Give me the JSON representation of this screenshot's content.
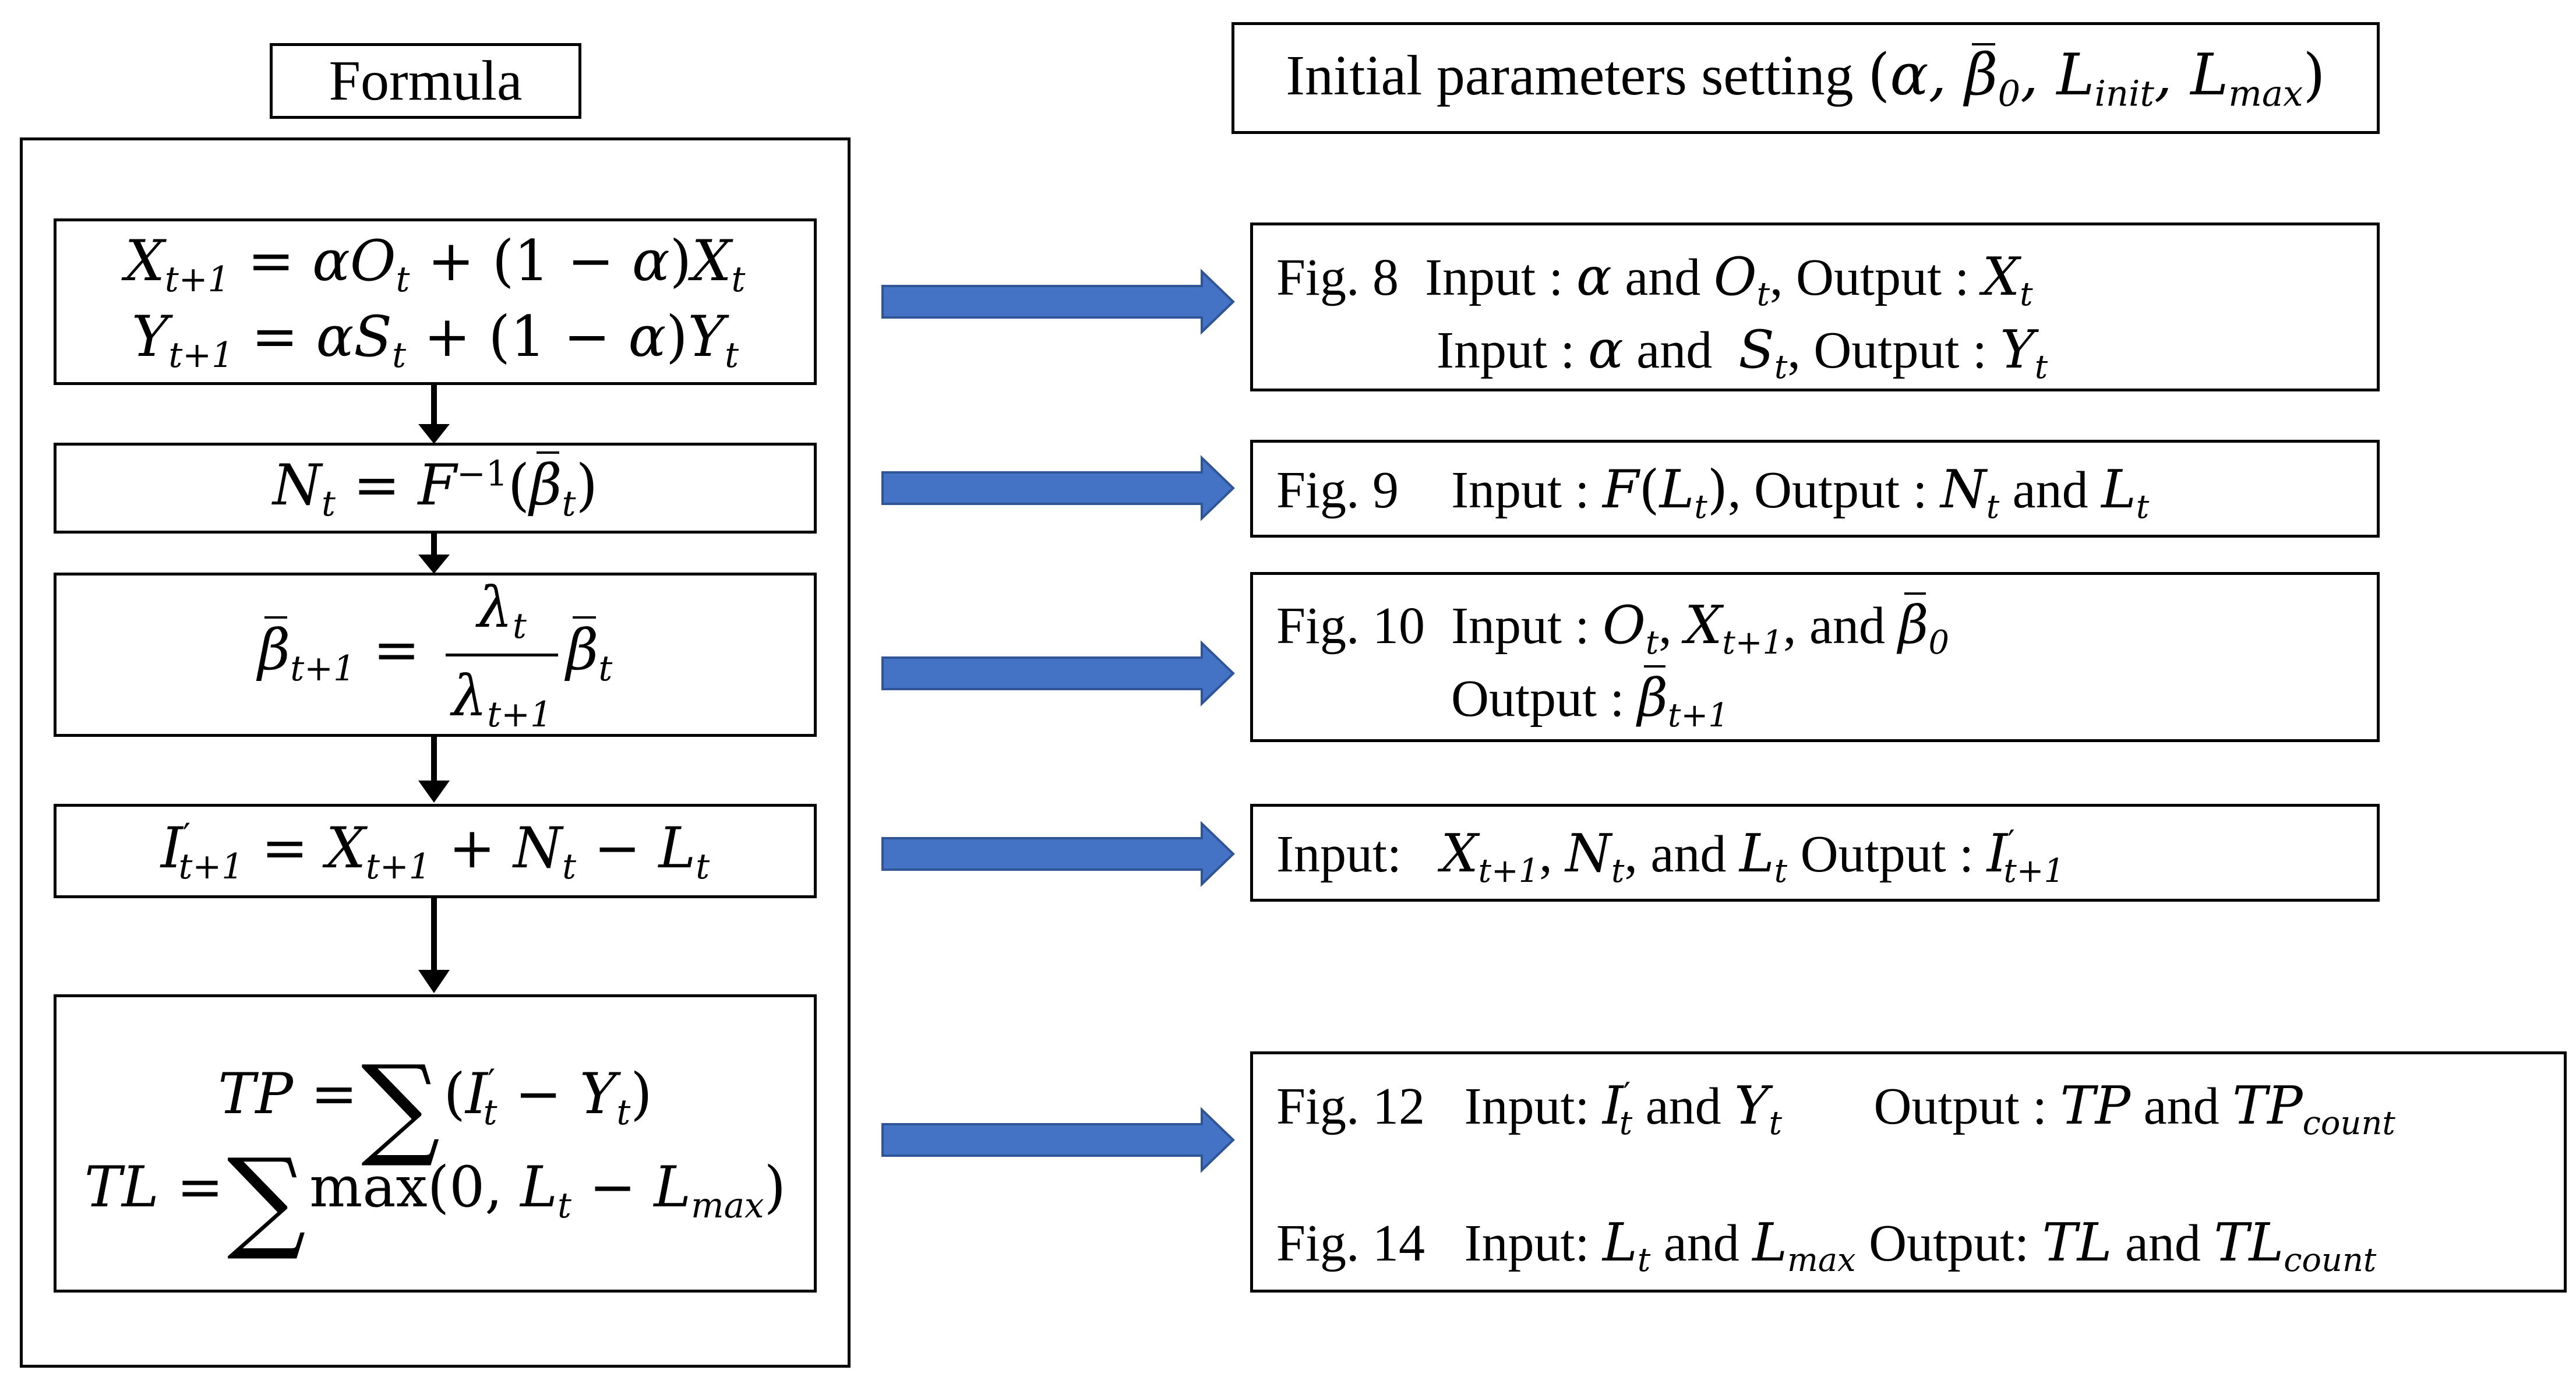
{
  "formula_title": "Formula",
  "init": {
    "label": "Initial parameters setting ",
    "params": "(α, β̄0, Linit, Lmax)"
  },
  "formulas": {
    "f1_line1": "Xt+1 = αOt + (1 − α)Xt",
    "f1_line2": "Yt+1 = αSt + (1 − α)Yt",
    "f2": "Nt = F−1(β̄t)",
    "f3": "β̄t+1 = (λt / λt+1) β̄t",
    "f4": "I′t+1 = Xt+1 + Nt − Lt",
    "f5_line1": "TP = ∑(I′t − Yt)",
    "f5_line2": "TL = ∑ max(0, Lt − Lmax)"
  },
  "descriptions": {
    "d1": {
      "fig": "Fig. 8",
      "line1_input": "Input : ",
      "line1_vars": "α and Ot",
      "line1_output": ", Output : ",
      "line1_out_vars": "Xt",
      "line2_input": "Input : ",
      "line2_vars": "α and St",
      "line2_output": ", Output : ",
      "line2_out_vars": "Yt"
    },
    "d2": {
      "fig": "Fig. 9",
      "input": "Input : ",
      "input_vars": "F(Lt)",
      "output": ", Output : ",
      "output_vars": "Nt and Lt"
    },
    "d3": {
      "fig": "Fig. 10",
      "input": "Input : ",
      "input_vars": "Ot, Xt+1, and β̄0",
      "output": "Output : ",
      "output_vars": "β̄t+1"
    },
    "d4": {
      "input": "Input:",
      "input_vars": "Xt+1, Nt, and Lt",
      "output": " Output : ",
      "output_vars": "I′t+1"
    },
    "d5": {
      "fig1": "Fig. 12",
      "input1": "Input: ",
      "input1_vars": "I′t and Yt",
      "output1": "Output : ",
      "output1_vars": "TP and TPcount",
      "fig2": "Fig. 14",
      "input2": "Input: ",
      "input2_vars": "Lt and Lmax",
      "output2": " Output: ",
      "output2_vars": "TL and TLcount"
    }
  },
  "colors": {
    "arrow_fill": "#4472C4",
    "arrow_stroke": "#2F5597",
    "border": "#000000"
  }
}
